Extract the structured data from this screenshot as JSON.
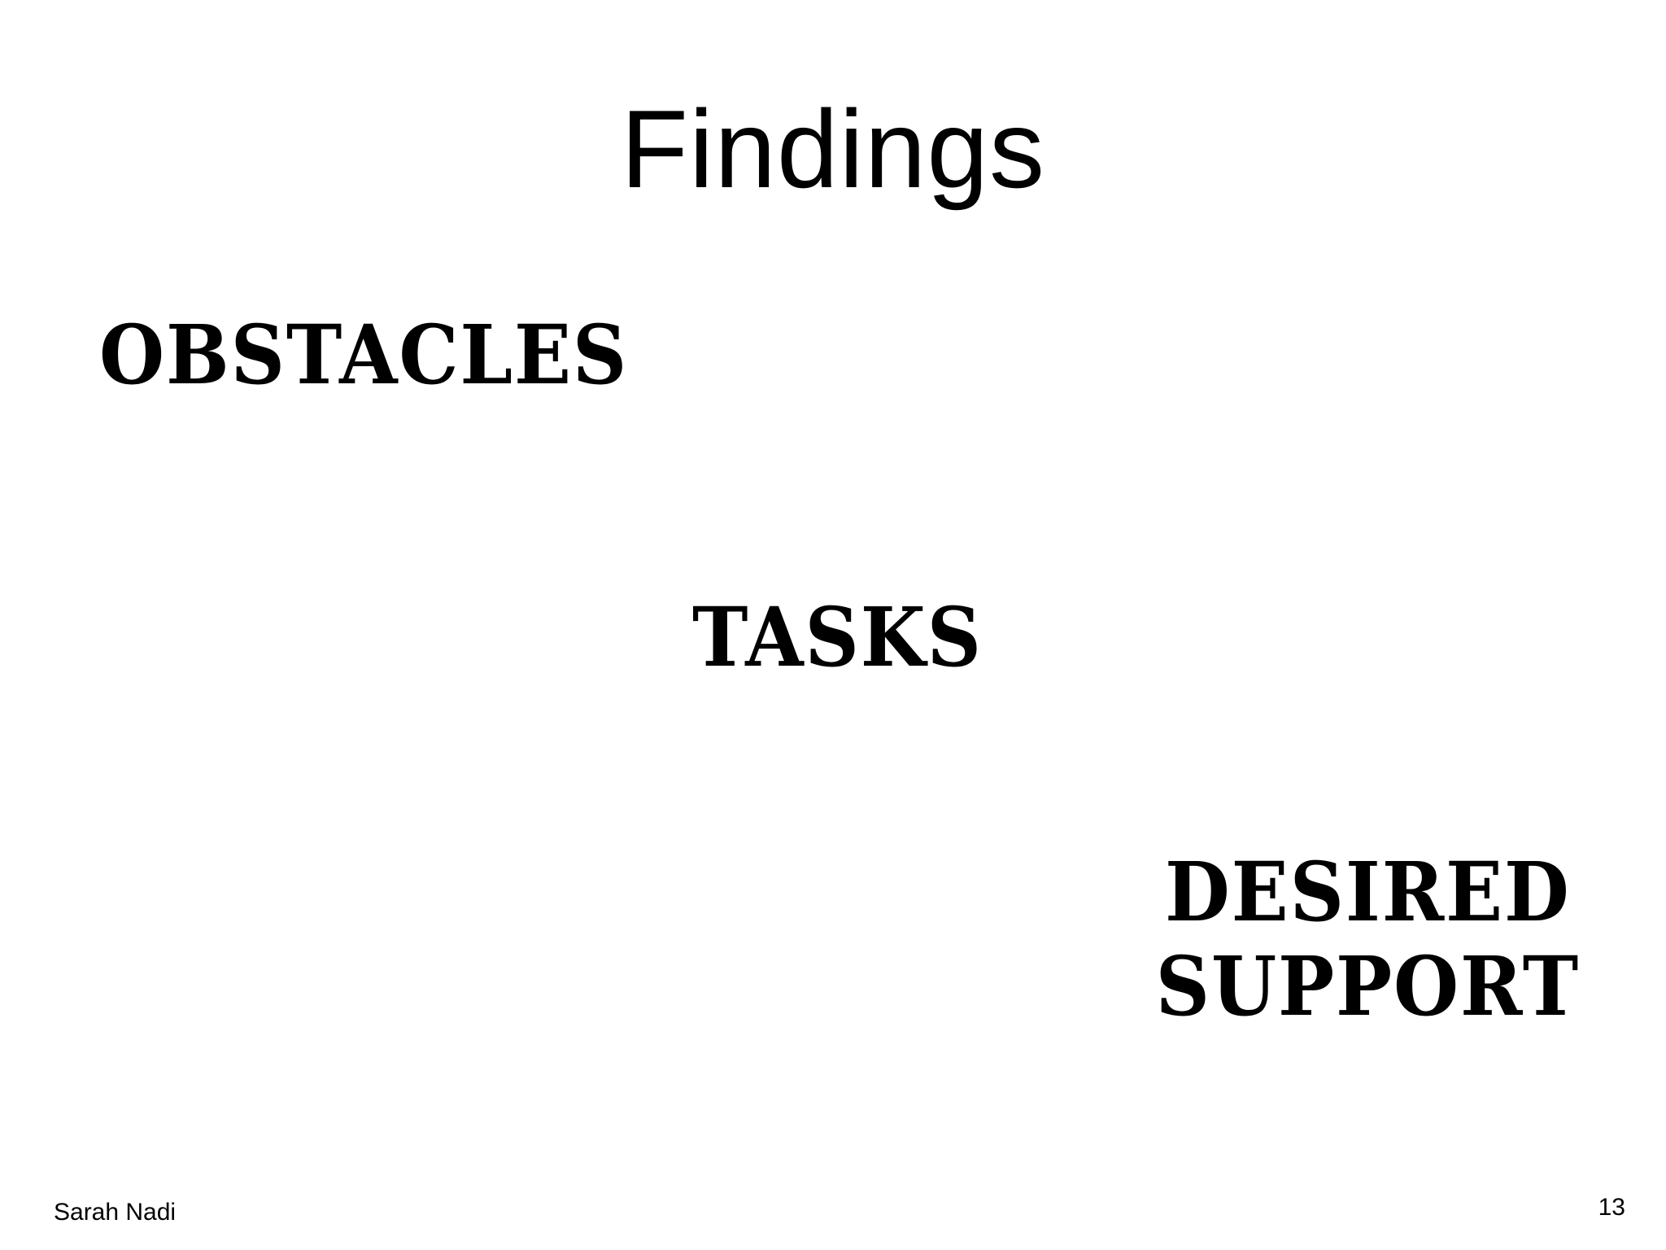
{
  "slide": {
    "title": "Findings",
    "topics": {
      "obstacles": "Obstacles",
      "tasks": "Tasks",
      "desired_line1": "Desired",
      "desired_line2": "Support"
    },
    "footer": {
      "author": "Sarah Nadi",
      "page_number": "13"
    }
  }
}
